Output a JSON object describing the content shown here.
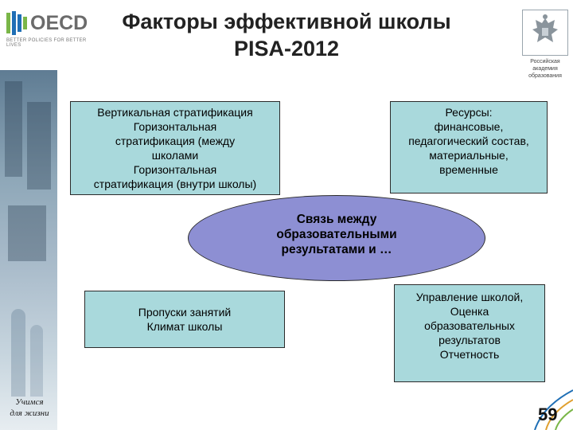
{
  "header": {
    "logo_text": "OECD",
    "logo_tagline": "BETTER POLICIES FOR BETTER LIVES",
    "title_lines": [
      "Факторы эффективной школы",
      "PISA-2012"
    ],
    "emblem_caption_lines": [
      "Российская",
      "академия",
      "образования"
    ]
  },
  "sidebar": {
    "motto_lines": [
      "Учимся",
      "для жизни"
    ]
  },
  "diagram": {
    "top_left_box": [
      "Вертикальная стратификация",
      "Горизонтальная",
      "стратификация (между",
      "школами",
      "Горизонтальная",
      "стратификация (внутри школы)"
    ],
    "top_right_box": [
      "Ресурсы:",
      "финансовые,",
      "педагогический состав,",
      "материальные,",
      "временные"
    ],
    "center_ellipse": [
      "Связь между",
      "образовательными",
      "результатами и …"
    ],
    "bottom_left_box": [
      "Пропуски занятий",
      "Климат школы"
    ],
    "bottom_right_box": [
      "Управление школой,",
      "Оценка",
      "образовательных",
      "результатов",
      "Отчетность"
    ]
  },
  "footer": {
    "page_number": "59"
  },
  "colors": {
    "box_fill": "#a9d9dc",
    "ellipse_fill": "#8d8fd3",
    "oecd_blue": "#1f6fb5",
    "oecd_green": "#7ab648",
    "accent_orange": "#e0a030"
  }
}
